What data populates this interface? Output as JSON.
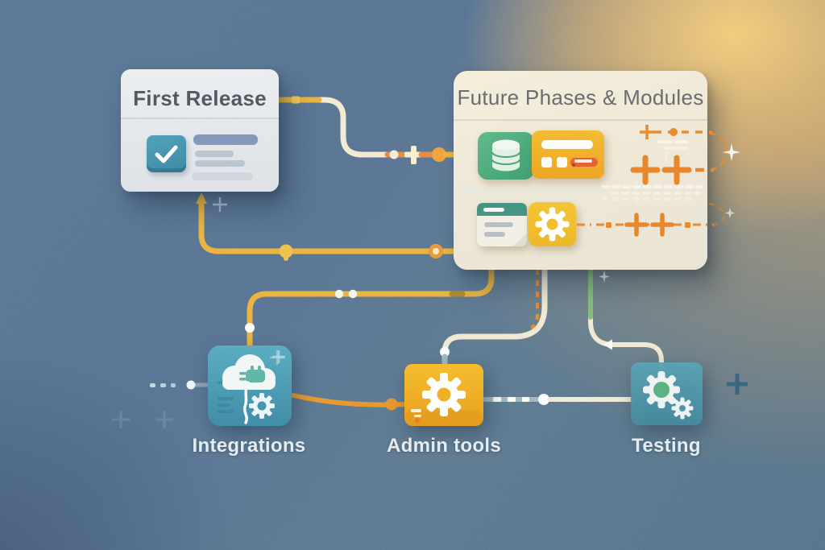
{
  "diagram": {
    "type": "roadmap-flow-illustration",
    "cards": {
      "first_release": {
        "title": "First Release",
        "contents": [
          "checked-checkbox",
          "text-line-blue",
          "text-line-gray",
          "text-line-gray",
          "text-line-light"
        ]
      },
      "future_phases": {
        "title": "Future Phases & Modules",
        "modules": [
          "database-module",
          "billing-card-module",
          "document-calendar-module",
          "settings-gear-module"
        ],
        "decorations": [
          "orange-dashed-circuit-rows",
          "plus-markers",
          "ghost-dotted-rows",
          "sparkles"
        ]
      }
    },
    "nodes": [
      {
        "id": "integrations",
        "label": "Integrations",
        "icon": "cloud-plug-cable-gear",
        "color": "#4696ae"
      },
      {
        "id": "admin_tools",
        "label": "Admin tools",
        "icon": "large-gear",
        "color": "#f0ad24"
      },
      {
        "id": "testing",
        "label": "Testing",
        "icon": "two-gears-green-hub",
        "color": "#4f92a7"
      }
    ],
    "edges": [
      {
        "from": "first_release",
        "to": "future_phases",
        "via": "right-edge",
        "style": "cream line with orange plus and circle markers"
      },
      {
        "from": "first_release",
        "to": "future_phases",
        "via": "bottom-loop",
        "style": "yellow line, up-arrow, dot and ring markers"
      },
      {
        "from": "future_phases",
        "to": "integrations",
        "style": "yellow line with two white dots"
      },
      {
        "from": "future_phases",
        "to": "admin_tools",
        "style": "cream line, white dot, steel tail, orange dashed companion"
      },
      {
        "from": "future_phases",
        "to": "testing",
        "style": "green fading to cream, white arrow marker"
      },
      {
        "from": "integrations",
        "to": "admin_tools",
        "style": "orange line with orange dot"
      },
      {
        "from": "admin_tools",
        "to": "testing",
        "style": "steel dashed to white dot then cream"
      }
    ],
    "colors": {
      "background_blue": "#58748f",
      "background_glow": "#f0bd74",
      "connector_yellow": "#e9b33e",
      "connector_cream": "#f0e8d2",
      "connector_orange": "#e8952e",
      "connector_green": "#83bb77",
      "connector_steel": "#9db6c4",
      "dashed_orange": "#e8872f",
      "card_cool": "#e8eaec",
      "card_warm": "#f0ead8",
      "teal_icon": "#4696ae",
      "amber_icon": "#f0ad24",
      "green_module": "#4aa777"
    }
  }
}
